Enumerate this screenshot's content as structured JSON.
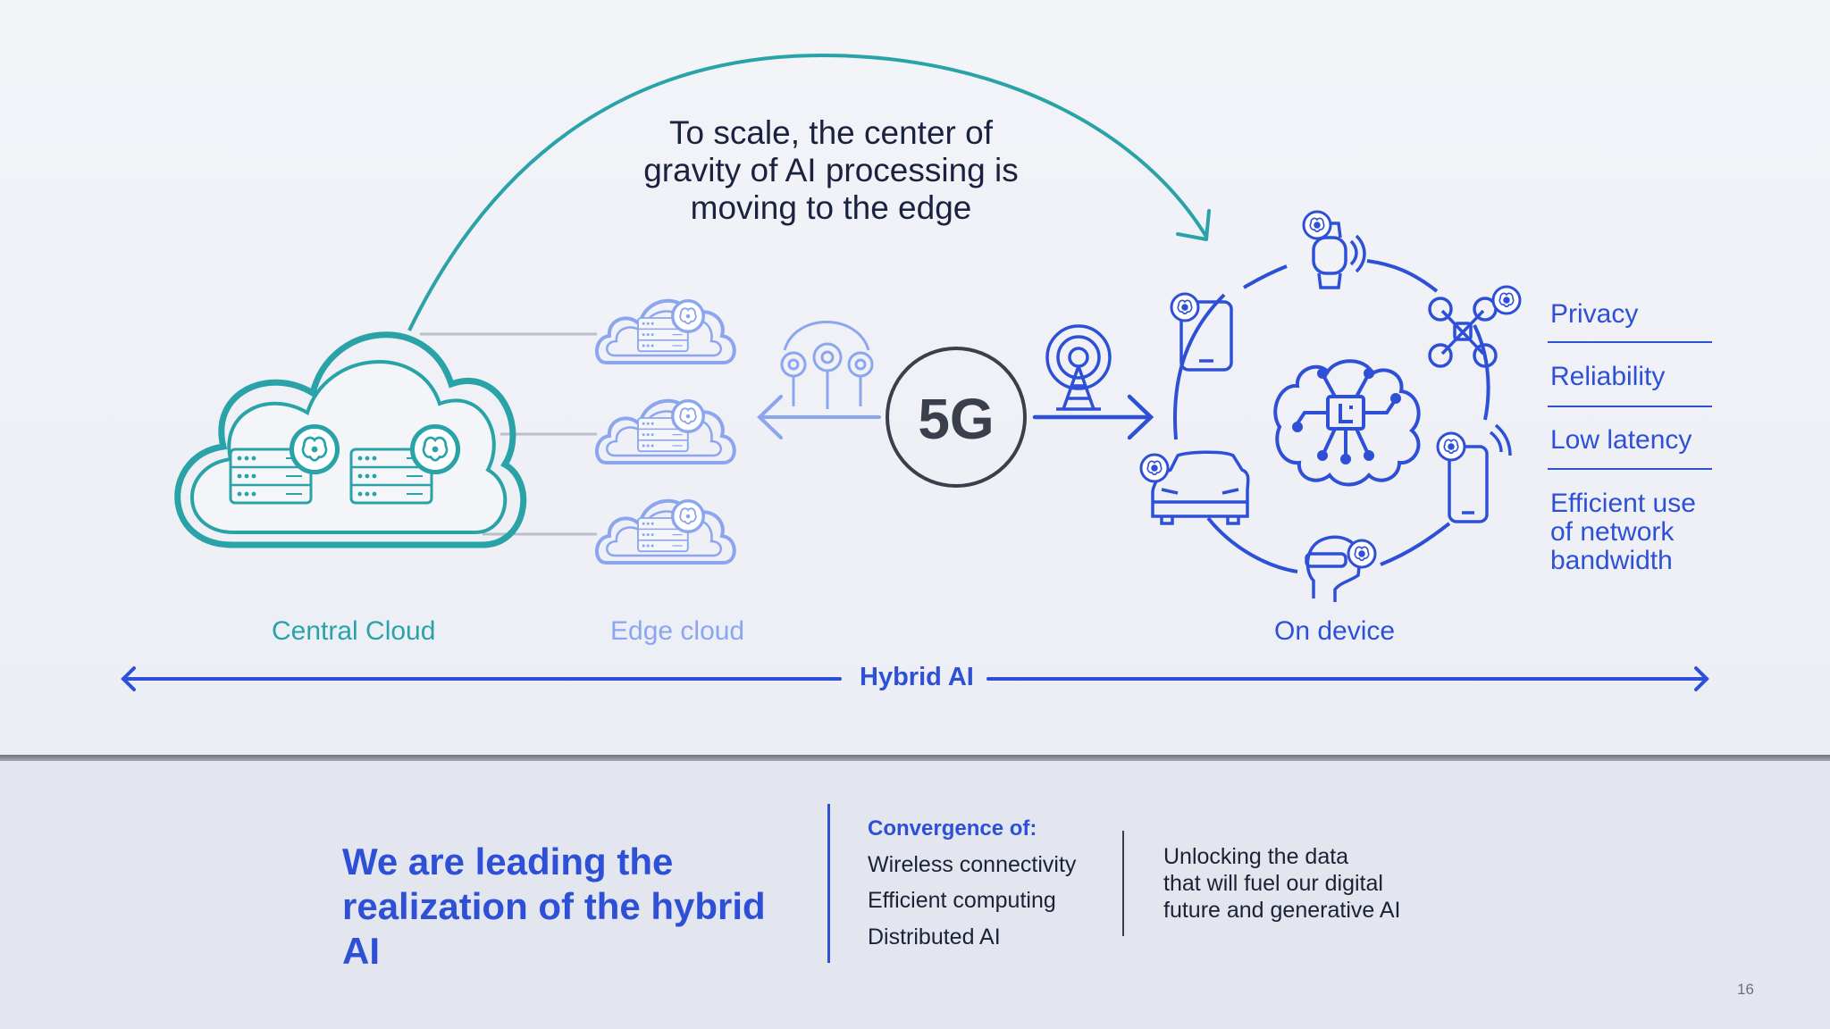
{
  "headline": {
    "line1": "To scale, the center of",
    "line2": "gravity of AI processing is",
    "line3": "moving to the edge"
  },
  "labels": {
    "central_cloud": "Central Cloud",
    "edge_cloud": "Edge cloud",
    "on_device": "On device",
    "hybrid_ai": "Hybrid AI",
    "five_g": "5G"
  },
  "benefits": [
    {
      "line1": "Privacy"
    },
    {
      "line1": "Reliability"
    },
    {
      "line1": "Low latency"
    },
    {
      "line1": "Efficient use",
      "line2": "of network",
      "line3": "bandwidth"
    }
  ],
  "bottom": {
    "lead_line1": "We are leading the",
    "lead_line2": "realization of the hybrid AI",
    "convergence_title": "Convergence of:",
    "convergence_items": [
      "Wireless connectivity",
      "Efficient computing",
      "Distributed AI"
    ],
    "unlock_line1": "Unlocking the data",
    "unlock_line2": "that will fuel our digital",
    "unlock_line3": "future and generative AI"
  },
  "page_number": "16",
  "colors": {
    "teal": "#2aa3a8",
    "light_blue": "#8ba6ee",
    "blue": "#2d50d6",
    "dark": "#1a2240"
  },
  "icons": [
    "cloud-icon",
    "server-icon",
    "brain-chip-icon",
    "antenna-icon",
    "cell-tower-icon",
    "smartwatch-icon",
    "drone-icon",
    "phone-icon",
    "car-icon",
    "vr-headset-icon",
    "tablet-icon"
  ]
}
